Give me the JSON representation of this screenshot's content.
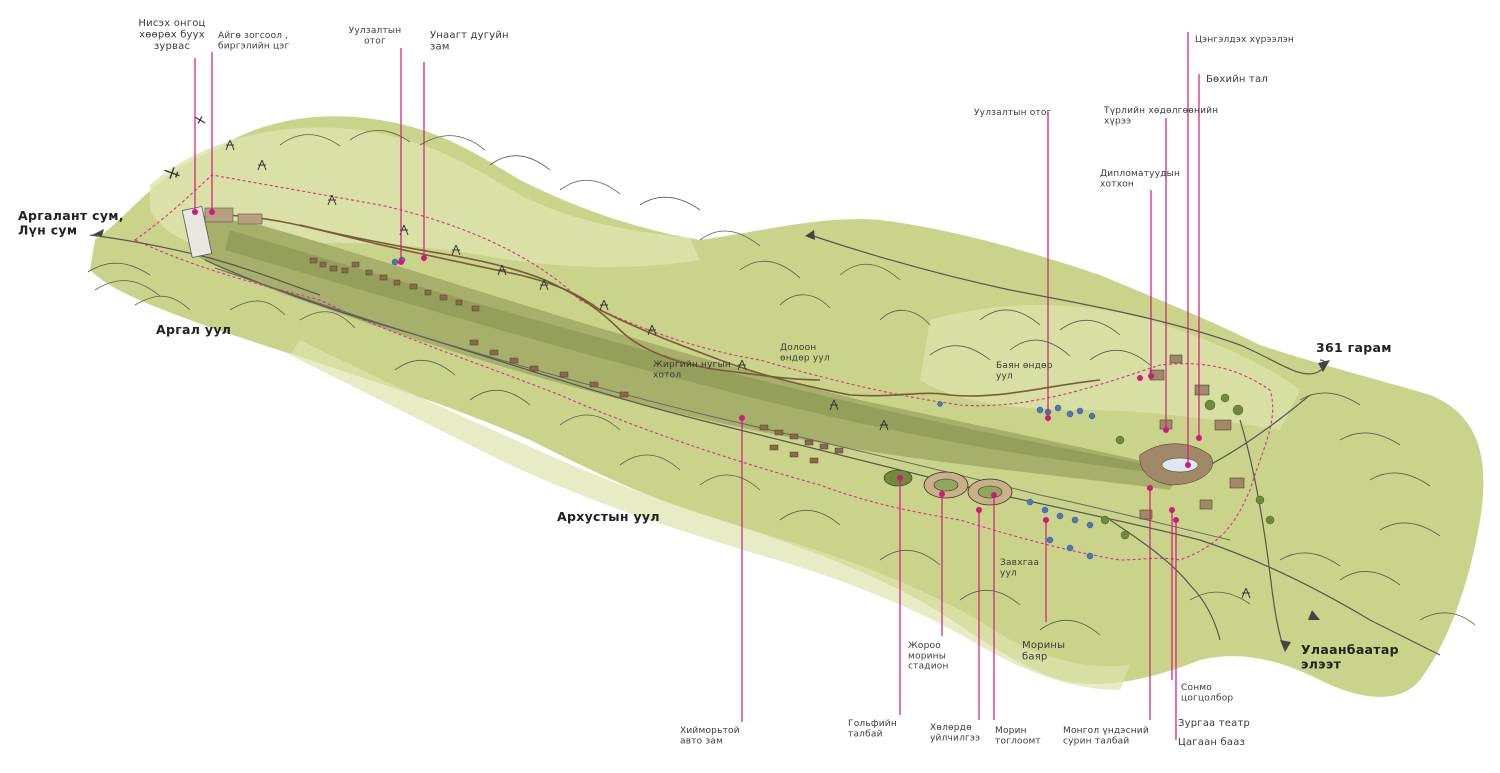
{
  "labels": {
    "pilot_training_field": "Нисэх онгоц\nхөөрөх буух\nзурвас",
    "kids_camp": "Айгө зогсоол ,\nбиргэлийн цэг",
    "mongol_ger": "Уулзалтын\nотог",
    "horse_road": "Унаагт дугуйн\nзам",
    "central_ring": "Цэнгэлдэх хүрээлэн",
    "bokhiin_tal": "Бөхийн тал",
    "mountain_ger": "Уулзалтын отог",
    "heritage": "Түрлийн хөдөлгөөнийн\nхүрээ",
    "diplomatic": "Дипломатуудын\nхотхон",
    "argalant": "Аргалант сум,\nЛүн сум",
    "argal_uul": "Аргал уул",
    "zhirmiin_hotol": "Жиргийн нугын\nхотол",
    "doloon": "Долоон\nөндөр уул",
    "bayan": "Баян өндөр\nуул",
    "station_361": "361 гарам",
    "arkhust": "Архустын уул",
    "zavkhan": "Завхгаа\nуул",
    "ulaanbaatar": "Улаанбаатар\nэлээт",
    "morin_bayar": "Морины\nбаяр",
    "zhoroo": "Жороо\nморины\nстадион",
    "sovmo": "Сонмо\nцогцолбор",
    "zurgaa": "Зургаа театр",
    "tsagaan": "Цагаан бааз",
    "hiimor": "Хийморьтой\nавто зам",
    "golf": "Гольфийн\nталбай",
    "horsemen": "Хөлөрдө\nуйлчилгээ",
    "morin_tsuvaa": "Морин\nтоглоомт",
    "mongol_tent": "Монгол үндэсний\nсурин талбай"
  },
  "colors": {
    "terrain": "#c9d48a",
    "terrain_light": "#dde4ad",
    "valley": "#a6b06a",
    "valley_dark": "#8d9a57",
    "road": "#7a5a3a",
    "boundary": "#e0288a",
    "leader": "#d0197e",
    "building": "#8b6a4a",
    "roof_blue": "#4a79c4"
  },
  "icons": {
    "airplane": "airplane-icon",
    "north_arrow": "arrow-icon",
    "pylon": "power-pylon-icon"
  }
}
